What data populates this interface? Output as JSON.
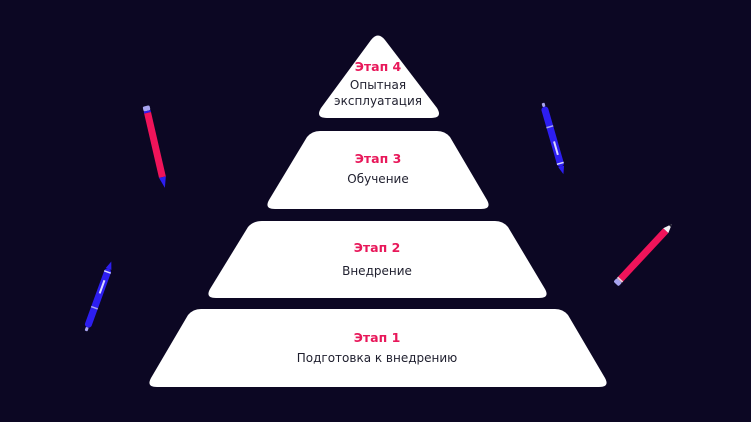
{
  "colors": {
    "background": "#0c0723",
    "block": "#ffffff",
    "accent": "#e8185a",
    "text": "#1f1f2e",
    "pen_blue": "#2d1ef0",
    "pencil_pink": "#f0145a"
  },
  "pyramid": {
    "levels": [
      {
        "title": "Этап 4",
        "desc_lines": [
          "Опытная",
          "эксплуатация"
        ]
      },
      {
        "title": "Этап 3",
        "desc_lines": [
          "Обучение"
        ]
      },
      {
        "title": "Этап 2",
        "desc_lines": [
          "Внедрение"
        ]
      },
      {
        "title": "Этап 1",
        "desc_lines": [
          "Подготовка к внедрению"
        ]
      }
    ]
  },
  "decorations": [
    {
      "type": "pencil-icon",
      "color": "pink"
    },
    {
      "type": "pen-icon",
      "color": "blue"
    },
    {
      "type": "pencil-icon",
      "color": "pink"
    },
    {
      "type": "pen-icon",
      "color": "blue"
    }
  ]
}
